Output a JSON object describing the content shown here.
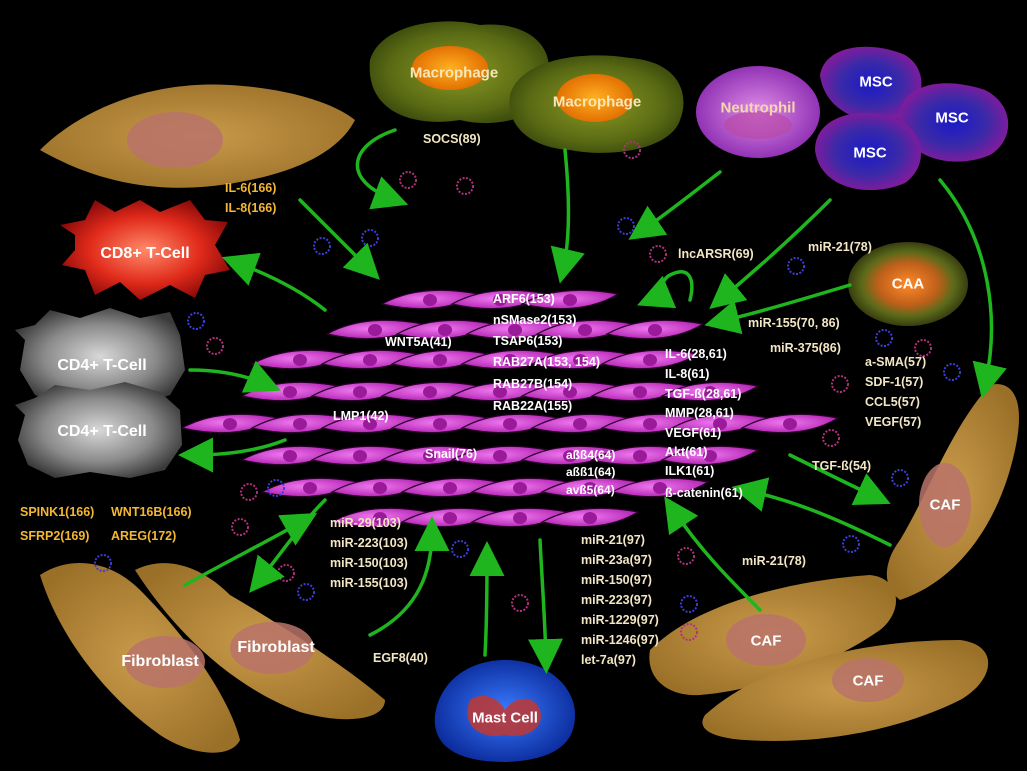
{
  "cells": {
    "macrophage_1": "Macrophage",
    "macrophage_2": "Macrophage",
    "neutrophil": "Neutrophil",
    "msc_1": "MSC",
    "msc_2": "MSC",
    "msc_3": "MSC",
    "cd8_tcell": "CD8+ T-Cell",
    "cd4_tcell_1": "CD4+ T-Cell",
    "cd4_tcell_2": "CD4+ T-Cell",
    "caa": "CAA",
    "caf_1": "CAF",
    "caf_2": "CAF",
    "caf_3": "CAF",
    "fibroblast_1": "Fibroblast",
    "fibroblast_2": "Fibroblast",
    "mast_cell": "Mast Cell"
  },
  "labels": {
    "socs": "SOCS(89)",
    "il6_166": "IL-6(166)",
    "il8_166": "IL-8(166)",
    "lncarsr": "lncARSR(69)",
    "mir21_78_top": "miR-21(78)",
    "mir155": "miR-155(70, 86)",
    "mir375": "miR-375(86)",
    "asma": "a-SMA(57)",
    "sdf1": "SDF-1(57)",
    "ccl5": "CCL5(57)",
    "vegf57": "VEGF(57)",
    "tgfb54": "TGF-ß(54)",
    "mir21_78_bottom": "miR-21(78)",
    "spink1": "SPINK1(166)",
    "sfrp2": "SFRP2(169)",
    "wnt16b": "WNT16B(166)",
    "areg": "AREG(172)",
    "egf8": "EGF8(40)"
  },
  "tumor_labels": {
    "arf6": "ARF6(153)",
    "nsmase2": "nSMase2(153)",
    "tsap6": "TSAP6(153)",
    "rab27a": "RAB27A(153, 154)",
    "rab27b": "RAB27B(154)",
    "rab22a": "RAB22A(155)",
    "wnt5a": "WNT5A(41)",
    "lmp1": "LMP1(42)",
    "snail": "Snail(76)",
    "ab4": "aßß4(64)",
    "ab1": "aßß1(64)",
    "avb5": "avß5(64)",
    "il6": "IL-6(28,61)",
    "il8": "IL-8(61)",
    "tgfb": "TGF-ß(28,61)",
    "mmp": "MMP(28,61)",
    "vegf": "VEGF(61)",
    "akt": "Akt(61)",
    "ilk1": "ILK1(61)",
    "bcatenin": "ß-catenin(61)"
  },
  "mirna_left": [
    "miR-29(103)",
    "miR-223(103)",
    "miR-150(103)",
    "miR-155(103)"
  ],
  "mirna_mast": [
    "miR-21(97)",
    "miR-23a(97)",
    "miR-150(97)",
    "miR-223(97)",
    "miR-1229(97)",
    "miR-1246(97)",
    "let-7a(97)"
  ],
  "colors": {
    "background": "#000000",
    "arrow": "#1fb51f",
    "tumor_cell": "#d33ad3",
    "label_orange": "#f5b733",
    "label_light": "#f2e6c4",
    "vesicle_blue": "#3d3dd8",
    "vesicle_pink": "#b0327a"
  }
}
